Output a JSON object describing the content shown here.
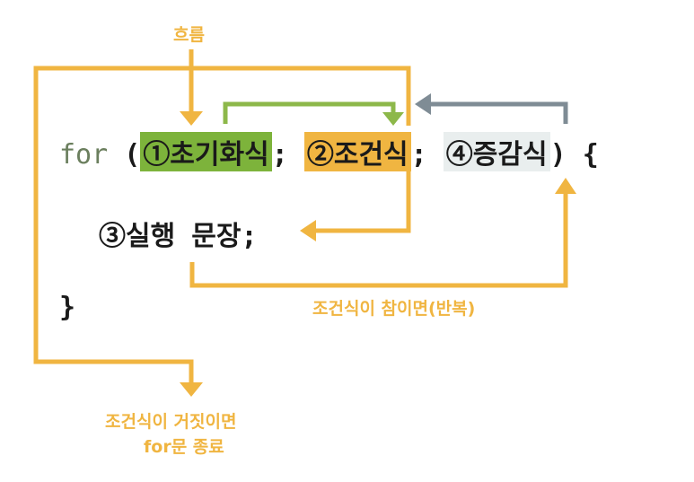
{
  "labels": {
    "flow": "흐름",
    "repeat": "조건식이 참이면(반복)",
    "exit_line1": "조건식이 거짓이면",
    "exit_line2": "for문 종료"
  },
  "code": {
    "keyword": "for",
    "open_paren": " (",
    "init": "①초기화식",
    "semi1": "; ",
    "condition": "②조건식",
    "semi2": "; ",
    "increment": "④증감식",
    "close": ") {",
    "body": "③실행 문장;",
    "close_brace": "}"
  },
  "colors": {
    "orange": "#f0b541",
    "green": "#8db84a",
    "gray": "#7f8c95",
    "init_highlight": "#7db33b",
    "condition_highlight": "#f0b541",
    "increment_highlight": "#e9eeee"
  }
}
